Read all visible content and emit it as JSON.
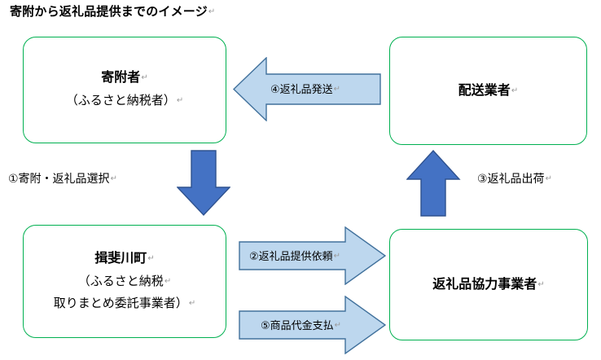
{
  "diagram": {
    "title": "寄附から返礼品提供までのイメージ",
    "pilcrow": "↵",
    "colors": {
      "node_border_green": "#00B050",
      "node_fill_white": "#FFFFFF",
      "light_arrow_fill": "#BDD7EE",
      "light_arrow_stroke": "#41719C",
      "solid_arrow_fill": "#4472C4",
      "solid_arrow_stroke": "#2F528F",
      "text": "#000000"
    },
    "nodes": [
      {
        "id": "donor",
        "line1": "寄附者",
        "line2": "（ふるさと納税者）",
        "line3": ""
      },
      {
        "id": "delivery-company",
        "line1": "配送業者",
        "line2": "",
        "line3": ""
      },
      {
        "id": "ibigawa-town",
        "line1": "揖斐川町",
        "line2": "（ふるさと納税",
        "line3": "取りまとめ委託事業者）"
      },
      {
        "id": "gift-partner",
        "line1": "返礼品協力事業者",
        "line2": "",
        "line3": ""
      }
    ],
    "flows": [
      {
        "id": "step1",
        "number": "①",
        "label": "①寄附・返礼品選択",
        "direction": "down",
        "style": "solid-blue",
        "from": "donor",
        "to": "ibigawa-town"
      },
      {
        "id": "step2",
        "number": "②",
        "label": "②返礼品提供依頼",
        "direction": "right",
        "style": "light-blue",
        "from": "ibigawa-town",
        "to": "gift-partner"
      },
      {
        "id": "step3",
        "number": "③",
        "label": "③返礼品出荷",
        "direction": "up",
        "style": "solid-blue",
        "from": "gift-partner",
        "to": "delivery-company"
      },
      {
        "id": "step4",
        "number": "④",
        "label": "④返礼品発送",
        "direction": "left",
        "style": "light-blue",
        "from": "delivery-company",
        "to": "donor"
      },
      {
        "id": "step5",
        "number": "⑤",
        "label": "⑤商品代金支払",
        "direction": "right",
        "style": "light-blue",
        "from": "ibigawa-town",
        "to": "gift-partner"
      }
    ]
  }
}
